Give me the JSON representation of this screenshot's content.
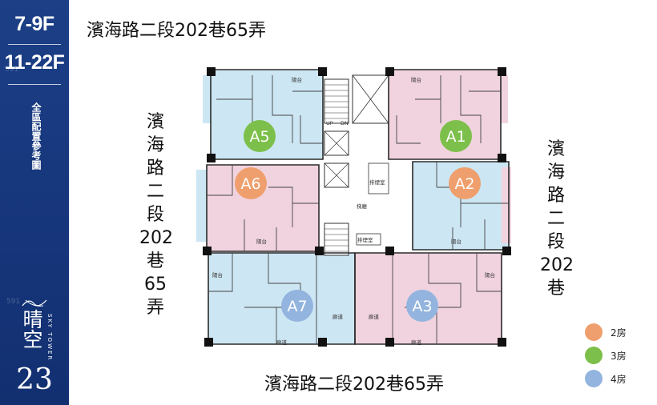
{
  "sidebar": {
    "floor_range_1": "7-9F",
    "floor_range_2": "11-22F",
    "section_title": "全區配置參考圖",
    "brand_name": "晴空",
    "brand_en": "SKY TOWER",
    "brand_number": "23",
    "watermark": "591"
  },
  "roads": {
    "top": "濱海路二段202巷65弄",
    "bottom": "濱海路二段202巷65弄",
    "left": [
      "濱",
      "海",
      "路",
      "二",
      "段",
      "202",
      "巷",
      "65",
      "弄"
    ],
    "right": [
      "濱",
      "海",
      "路",
      "二",
      "段",
      "202",
      "巷"
    ]
  },
  "units": [
    {
      "id": "A5",
      "rooms": "3房",
      "color": "#7cbf4a"
    },
    {
      "id": "A1",
      "rooms": "3房",
      "color": "#7cbf4a"
    },
    {
      "id": "A6",
      "rooms": "2房",
      "color": "#ef9f6d"
    },
    {
      "id": "A2",
      "rooms": "2房",
      "color": "#ef9f6d"
    },
    {
      "id": "A7",
      "rooms": "4房",
      "color": "#93b4de"
    },
    {
      "id": "A3",
      "rooms": "4房",
      "color": "#93b4de"
    }
  ],
  "plan_labels": {
    "balcony": "陽台",
    "corridor": "廊道",
    "garbage_room": "排煙室",
    "lobby": "梯廳",
    "up": "UP",
    "down": "DN"
  },
  "legend": [
    {
      "label": "2房",
      "color": "#ef9f6d"
    },
    {
      "label": "3房",
      "color": "#7cbf4a"
    },
    {
      "label": "4房",
      "color": "#93b4de"
    }
  ],
  "colors": {
    "sidebar": "#1a3a80",
    "blue_unit": "#cde6f3",
    "pink_unit": "#f1d3df",
    "wall": "#2b2b2b"
  }
}
